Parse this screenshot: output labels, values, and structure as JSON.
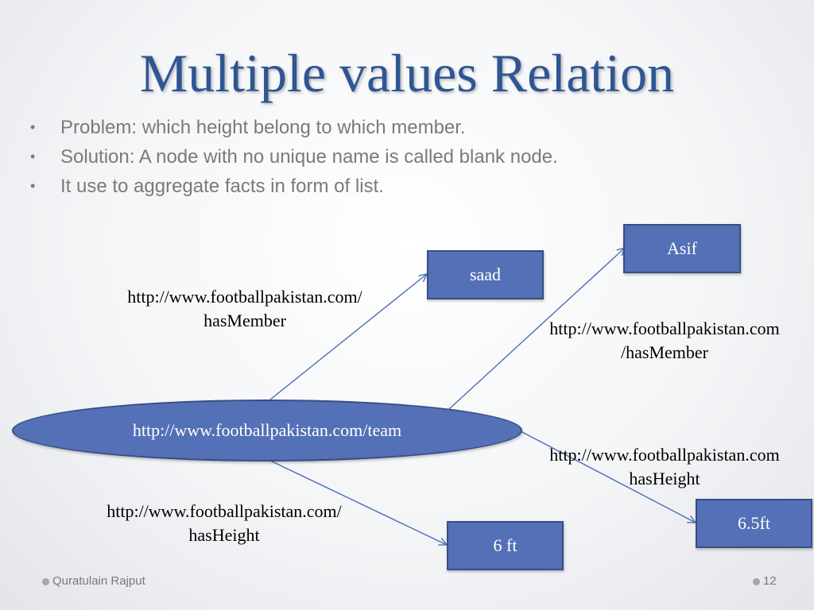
{
  "slide": {
    "title": "Multiple values Relation",
    "bullets": [
      "Problem: which height belong to which member.",
      "Solution: A node with no unique name is called blank node.",
      "It use to aggregate facts in form of list."
    ],
    "bullet_glyph": "•"
  },
  "diagram": {
    "center_node": "http://www.footballpakistan.com/team",
    "nodes": {
      "saad": "saad",
      "asif": "Asif",
      "six_ft": "6 ft",
      "six_five_ft": "6.5ft"
    },
    "edge_labels": {
      "has_member_left": [
        "http://www.footballpakistan.com/",
        "hasMember"
      ],
      "has_member_right": [
        "http://www.footballpakistan.com",
        "/hasMember"
      ],
      "has_height_right": [
        "http://www.footballpakistan.com",
        "hasHeight"
      ],
      "has_height_left": [
        "http://www.footballpakistan.com/",
        "hasHeight"
      ]
    },
    "colors": {
      "node_fill": "#5470b6",
      "node_border": "#394d85",
      "edge": "#4a6fb0"
    }
  },
  "footer": {
    "author": "Quratulain Rajput",
    "page_number": "12"
  }
}
